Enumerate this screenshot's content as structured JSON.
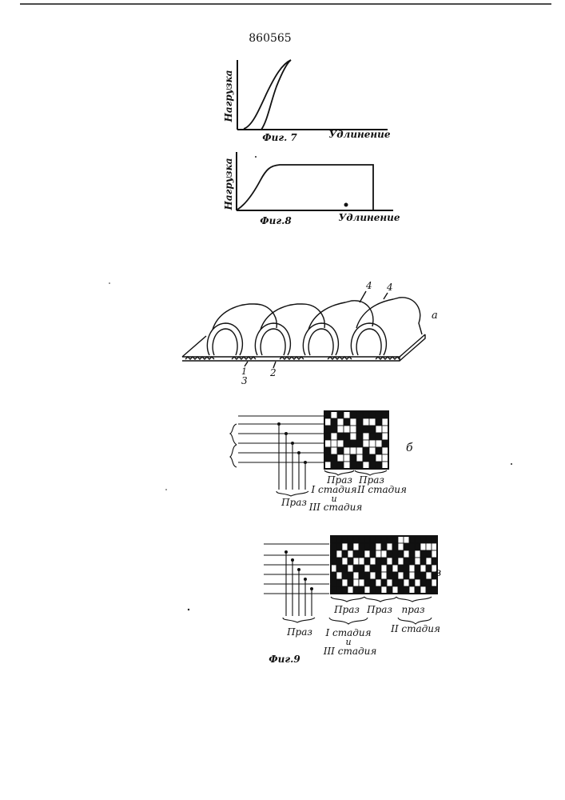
{
  "patent_number": "860565",
  "fig7": {
    "ylabel": "Нагрузка",
    "xlabel": "Удлинение",
    "caption": "Фиг. 7"
  },
  "fig8": {
    "ylabel": "Нагрузка",
    "xlabel": "Удлинение",
    "caption": "Фиг.8"
  },
  "fig9": {
    "caption": "Фиг.9",
    "part_a": {
      "letter": "а",
      "labels": [
        "4",
        "4",
        "1",
        "3",
        "2"
      ]
    },
    "part_b": {
      "letter": "б",
      "p_left": "Праз",
      "p_mid": "Праз",
      "p_right": "Праз",
      "stage_1": "I стадия",
      "stage_and": "и",
      "stage_3": "III стадия",
      "stage_2": "II стадия"
    },
    "part_c": {
      "letter": "в",
      "p_left": "Праз",
      "p1": "Праз",
      "p2": "Праз",
      "p3": "праз",
      "stage_1": "I стадия",
      "stage_and": "и",
      "stage_3": "III стадия",
      "stage_2": "II стадия"
    }
  },
  "colors": {
    "ink": "#111111",
    "paper": "#ffffff"
  }
}
